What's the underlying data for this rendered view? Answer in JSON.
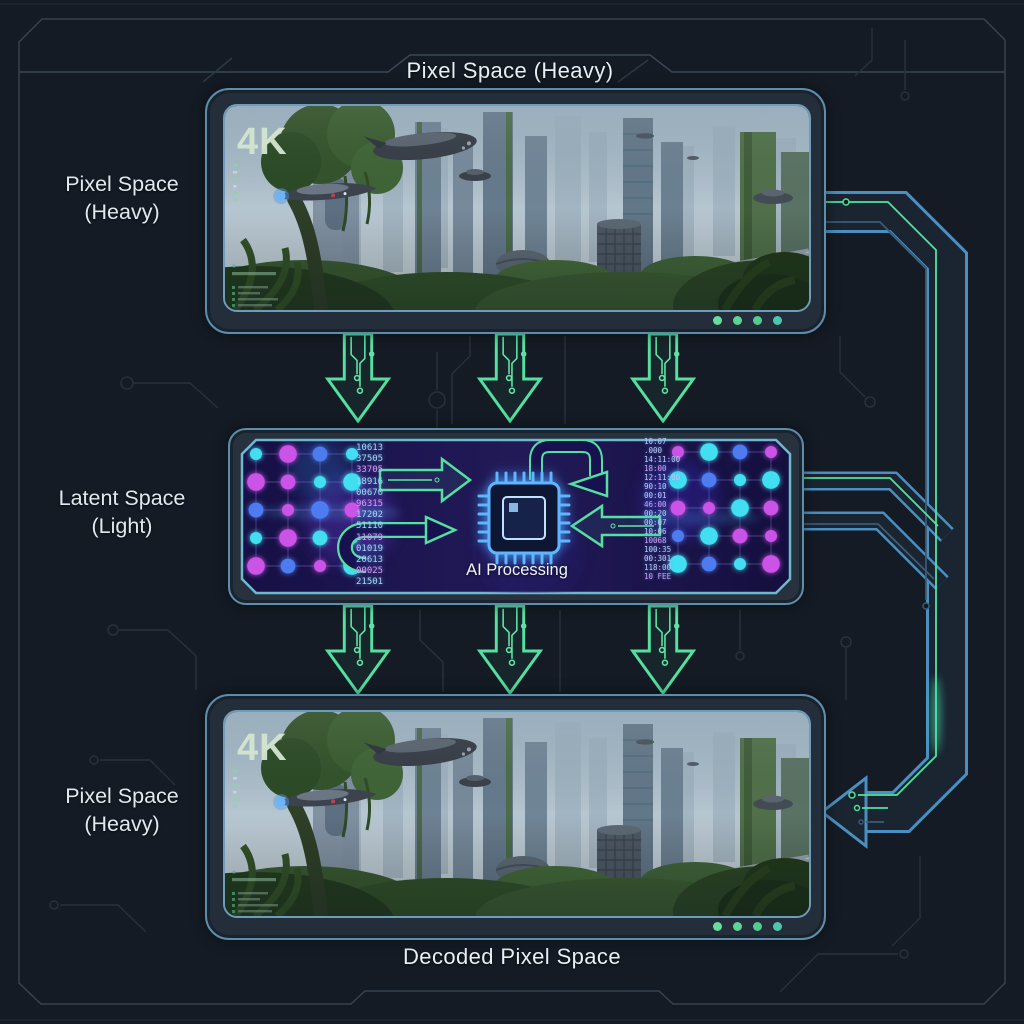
{
  "titles": {
    "top": "Pixel Space (Heavy)",
    "bottom": "Decoded Pixel Space"
  },
  "side_labels": [
    {
      "line1": "Pixel Space",
      "line2": "(Heavy)"
    },
    {
      "line1": "Latent Space",
      "line2": "(Light)"
    },
    {
      "line1": "Pixel Space",
      "line2": "(Heavy)"
    }
  ],
  "panels": {
    "pixel_top": {
      "badge": "4K"
    },
    "latent": {
      "processing_label": "AI Processing",
      "left_numbers": [
        "10613",
        "37505",
        "33705",
        "18916",
        "00670",
        "96315",
        "17202",
        "51110",
        "11079",
        "01019",
        "20613",
        "00025",
        "21501"
      ],
      "right_numbers": [
        "10:07",
        ".000",
        "14:11:00",
        "18:00",
        "12:11:00",
        "90:10",
        "00:01",
        "46:00",
        "00:20",
        "00:07",
        "10:06",
        "10068",
        "100:35",
        "00:301",
        "118:00",
        "10 FEE"
      ]
    },
    "pixel_bottom": {
      "badge": "4K"
    }
  },
  "icons": {
    "cpu-chip-icon": "▣",
    "arrow-down-icon": "⬇",
    "arrow-left-icon": "⬅"
  },
  "colors": {
    "background": "#141b24",
    "panel_border": "#5e8dac",
    "arrow_green": "#55dfa0",
    "bus_blue": "#4a8fc0",
    "node_cyan": "#43dff2",
    "node_magenta": "#cb52e8",
    "chip_blue": "#5fb5ff",
    "status_dots": [
      "#67dd9b",
      "#5cd494",
      "#52cc8e",
      "#4cc7ad"
    ]
  }
}
